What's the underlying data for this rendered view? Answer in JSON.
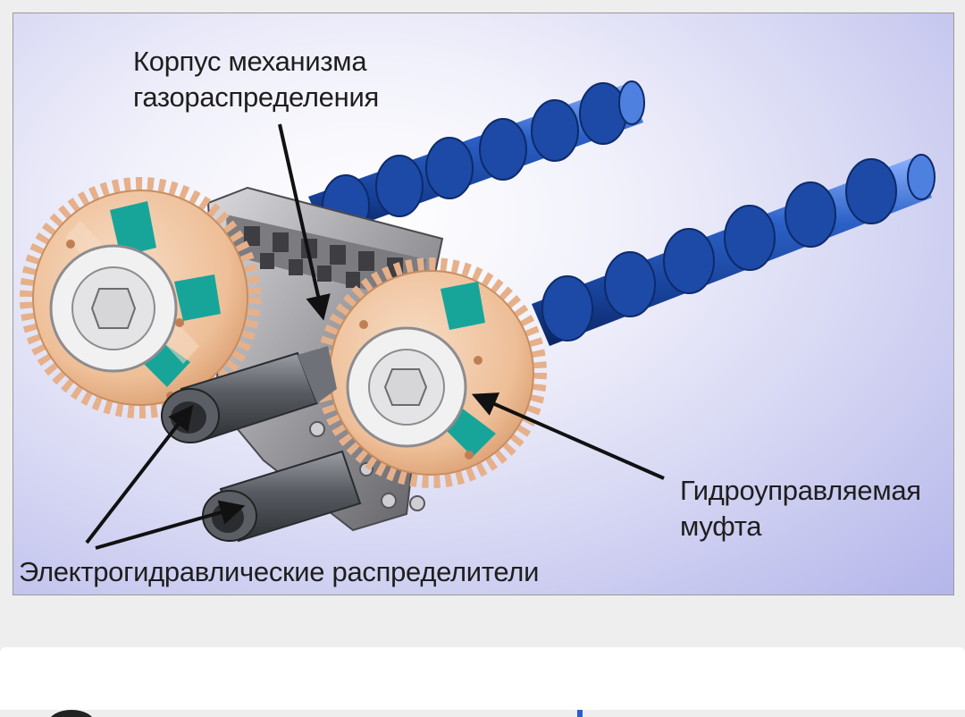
{
  "figure": {
    "labels": {
      "housing": [
        "Корпус механизма",
        "газораспределения"
      ],
      "coupling": [
        "Гидроуправляемая",
        "муфта"
      ],
      "distributors": "Электрогидравлические распределители"
    },
    "colors": {
      "background": "#c9c9f0",
      "camshaft": "#1f4fa8",
      "gear": "#f3c9a5",
      "housing": "#9b9b9f",
      "rotor_vane": "#17a59a",
      "valve_body": "#55595e",
      "arrow": "#111111"
    },
    "icons": [
      "camshaft",
      "sprocket-gear",
      "hydraulic-coupling",
      "solenoid-valve",
      "arrow"
    ]
  },
  "card": {
    "background": "#ffffff",
    "accent": "#2a5cd6"
  }
}
